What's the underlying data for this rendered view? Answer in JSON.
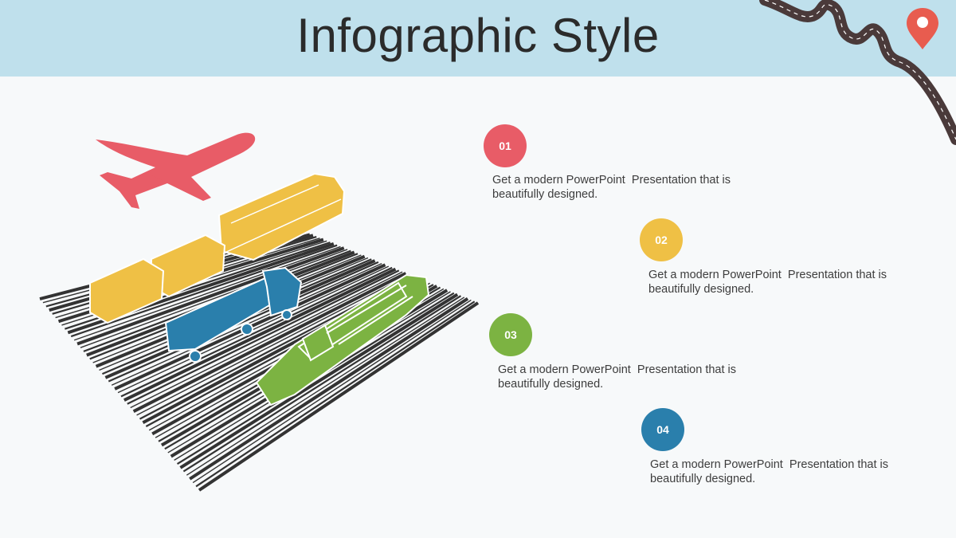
{
  "header": {
    "title": "Infographic Style"
  },
  "colors": {
    "red": "#e85c67",
    "yellow": "#efc045",
    "green": "#7cb342",
    "blue": "#2a7fac",
    "header_bg": "#bfe0ec"
  },
  "icons": [
    "airplane-icon",
    "freight-train-icon",
    "truck-icon",
    "cargo-ship-icon",
    "barcode-icon",
    "winding-road-icon",
    "location-pin-icon"
  ],
  "items": [
    {
      "number": "01",
      "text": "Get a modern PowerPoint  Presentation that is beautifully designed."
    },
    {
      "number": "02",
      "text": "Get a modern PowerPoint  Presentation that is beautifully designed."
    },
    {
      "number": "03",
      "text": "Get a modern PowerPoint  Presentation that is beautifully designed."
    },
    {
      "number": "04",
      "text": "Get a modern PowerPoint  Presentation that is beautifully designed."
    }
  ]
}
